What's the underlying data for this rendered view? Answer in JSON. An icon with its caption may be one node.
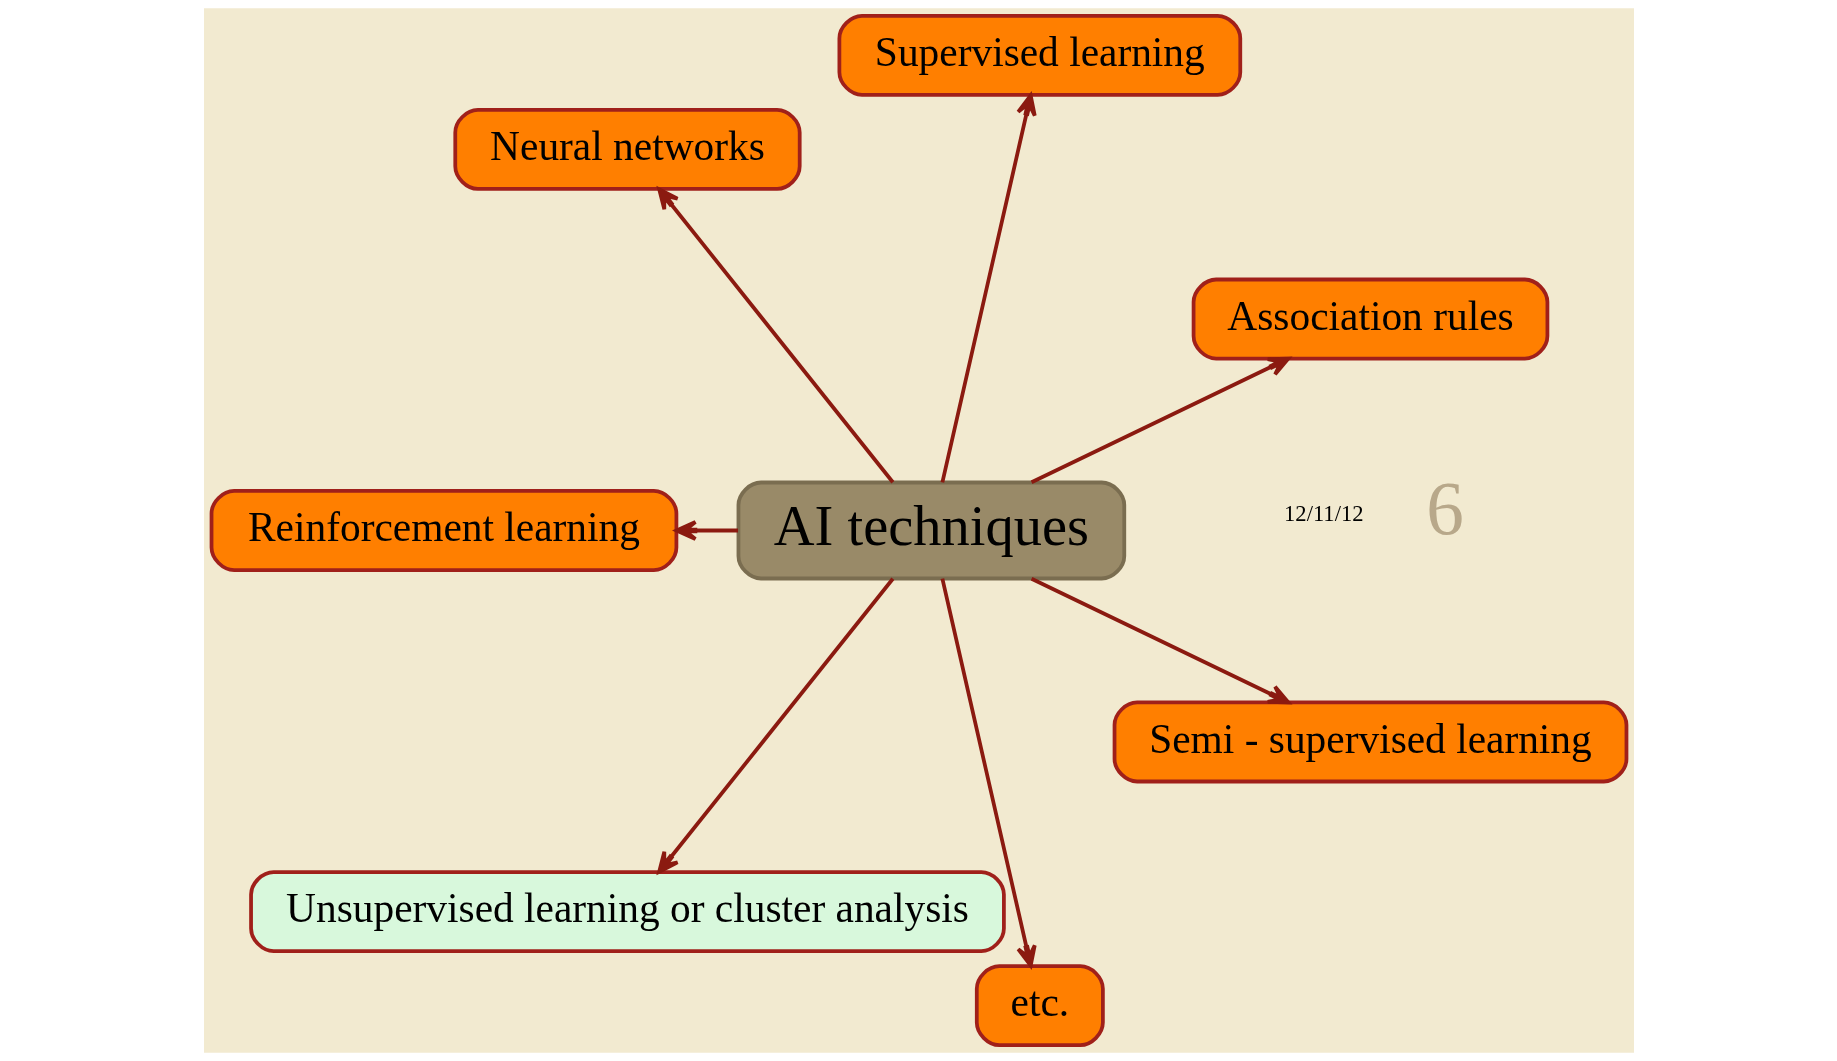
{
  "diagram": {
    "nodes": [
      {
        "text": [
          "Association rules"
        ]
      },
      {
        "text": [
          "Supervised learning"
        ]
      },
      {
        "text": [
          "Neural networks"
        ]
      },
      {
        "text": [
          "AI techniques"
        ]
      },
      {
        "text": [
          "Reinforcement learning"
        ]
      },
      {
        "text": [
          "Unsupervised learning or cluster analysis"
        ]
      },
      {
        "text": [
          "etc."
        ]
      },
      {
        "text": [
          "Semi - supervised learning"
        ]
      }
    ],
    "edges": [
      {
        "from": 3,
        "to": 0,
        "arrow": "to"
      },
      {
        "from": 3,
        "to": 1,
        "arrow": "to"
      },
      {
        "from": 3,
        "to": 2,
        "arrow": "to"
      },
      {
        "from": 3,
        "to": 4,
        "arrow": "to"
      },
      {
        "from": 3,
        "to": 5,
        "arrow": "to"
      },
      {
        "from": 3,
        "to": 6,
        "arrow": "to"
      },
      {
        "from": 3,
        "to": 7,
        "arrow": "to"
      }
    ],
    "labels": [
      "6",
      "12/11/12"
    ]
  }
}
